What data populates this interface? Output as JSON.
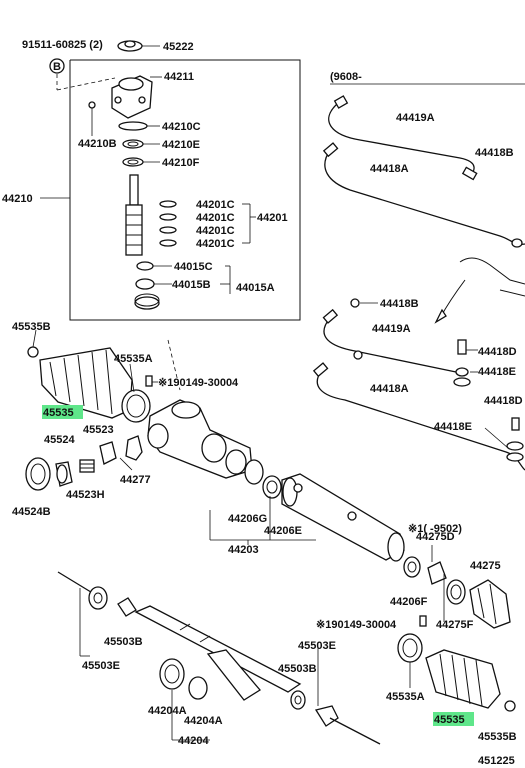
{
  "labels": {
    "p91511": "91511-60825 (2)",
    "p45222": "45222",
    "pB": "B",
    "p44211": "44211",
    "p44210C": "44210C",
    "p44210B": "44210B",
    "p44210E": "44210E",
    "p44210F": "44210F",
    "p44210": "44210",
    "p44201C_1": "44201C",
    "p44201C_2": "44201C",
    "p44201C_3": "44201C",
    "p44201C_4": "44201C",
    "p44201": "44201",
    "p44015C": "44015C",
    "p44015B": "44015B",
    "p44015A": "44015A",
    "p9608": "(9608-",
    "p44419A_top": "44419A",
    "p44418B_top": "44418B",
    "p44418A_top": "44418A",
    "p44418B_mid": "44418B",
    "p44419A_mid": "44419A",
    "p44418D_1": "44418D",
    "p44418E_1": "44418E",
    "p44418A_mid": "44418A",
    "p44418D_2": "44418D",
    "p44418E_2": "44418E",
    "p45535B_left": "45535B",
    "p45535A_left": "45535A",
    "p190149_top": "※190149-30004",
    "p45535_left": "45535",
    "p45524": "45524",
    "p45523": "45523",
    "p45523H": "44523H",
    "p44277": "44277",
    "p44524B": "44524B",
    "p1_9502": "※1(      -9502)",
    "p44275D": "44275D",
    "p44275": "44275",
    "p44206G": "44206G",
    "p44206E": "44206E",
    "p44203": "44203",
    "p44206F": "44206F",
    "p190149_bot": "※190149-30004",
    "p44275F": "44275F",
    "p45503B_left": "45503B",
    "p45503E_left": "45503E",
    "p45503E_right": "45503E",
    "p45503B_right": "45503B",
    "p44204A_1": "44204A",
    "p44204A_2": "44204A",
    "p44204": "44204",
    "p45535A_right": "45535A",
    "p45535_right": "45535",
    "p45535B_right": "45535B",
    "p45122": "451225"
  },
  "colors": {
    "highlight": "#5fe68a",
    "ink": "#111111"
  }
}
